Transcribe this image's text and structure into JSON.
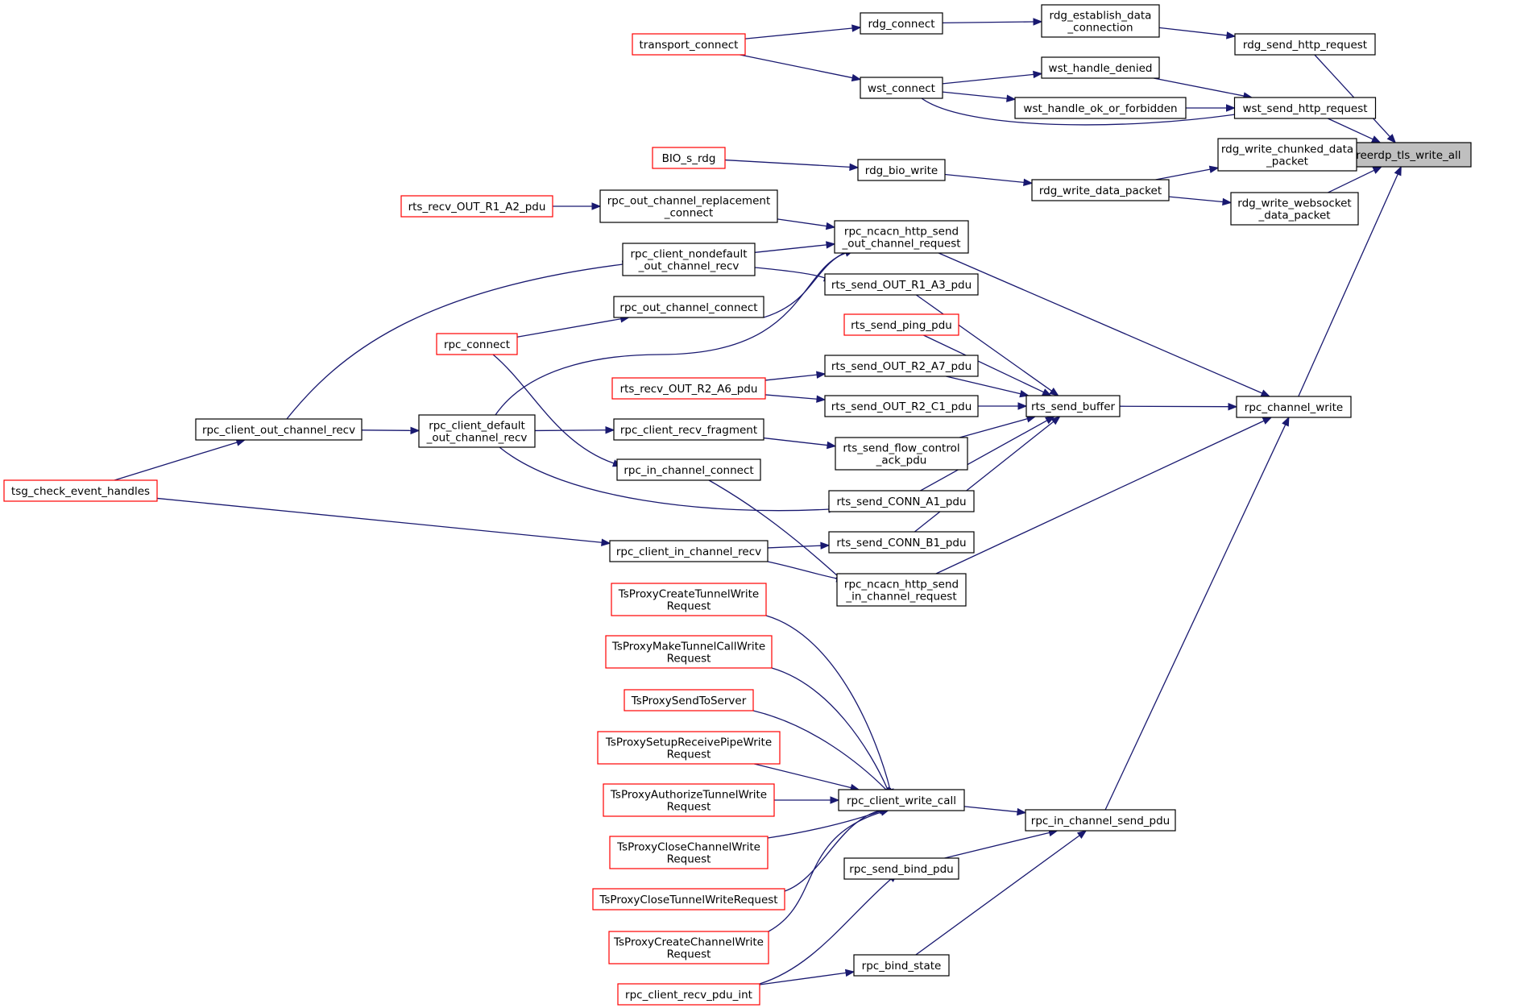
{
  "diagram": {
    "root": "freerdp_tls_write_all",
    "nodes": [
      {
        "id": "freerdp_tls_write_all",
        "lines": [
          "freerdp_tls_write_all"
        ],
        "kind": "root"
      },
      {
        "id": "rdg_send_http_request",
        "lines": [
          "rdg_send_http_request"
        ],
        "kind": "normal"
      },
      {
        "id": "wst_send_http_request",
        "lines": [
          "wst_send_http_request"
        ],
        "kind": "normal"
      },
      {
        "id": "rdg_write_chunked_data_packet",
        "lines": [
          "rdg_write_chunked_data",
          "_packet"
        ],
        "kind": "normal"
      },
      {
        "id": "rdg_write_websocket_data_packet",
        "lines": [
          "rdg_write_websocket",
          "_data_packet"
        ],
        "kind": "normal"
      },
      {
        "id": "rpc_channel_write",
        "lines": [
          "rpc_channel_write"
        ],
        "kind": "normal"
      },
      {
        "id": "rdg_establish_data_connection",
        "lines": [
          "rdg_establish_data",
          "_connection"
        ],
        "kind": "normal"
      },
      {
        "id": "wst_handle_denied",
        "lines": [
          "wst_handle_denied"
        ],
        "kind": "normal"
      },
      {
        "id": "wst_handle_ok_or_forbidden",
        "lines": [
          "wst_handle_ok_or_forbidden"
        ],
        "kind": "normal"
      },
      {
        "id": "rdg_write_data_packet",
        "lines": [
          "rdg_write_data_packet"
        ],
        "kind": "normal"
      },
      {
        "id": "rts_send_buffer",
        "lines": [
          "rts_send_buffer"
        ],
        "kind": "normal"
      },
      {
        "id": "rpc_ncacn_http_send_out_channel_request",
        "lines": [
          "rpc_ncacn_http_send",
          "_out_channel_request"
        ],
        "kind": "normal"
      },
      {
        "id": "rpc_ncacn_http_send_in_channel_request",
        "lines": [
          "rpc_ncacn_http_send",
          "_in_channel_request"
        ],
        "kind": "normal"
      },
      {
        "id": "rpc_in_channel_send_pdu",
        "lines": [
          "rpc_in_channel_send_pdu"
        ],
        "kind": "normal"
      },
      {
        "id": "rdg_connect",
        "lines": [
          "rdg_connect"
        ],
        "kind": "normal"
      },
      {
        "id": "wst_connect",
        "lines": [
          "wst_connect"
        ],
        "kind": "normal"
      },
      {
        "id": "rdg_bio_write",
        "lines": [
          "rdg_bio_write"
        ],
        "kind": "normal"
      },
      {
        "id": "rts_send_OUT_R1_A3_pdu",
        "lines": [
          "rts_send_OUT_R1_A3_pdu"
        ],
        "kind": "normal"
      },
      {
        "id": "rts_send_ping_pdu",
        "lines": [
          "rts_send_ping_pdu"
        ],
        "kind": "truncated"
      },
      {
        "id": "rts_send_OUT_R2_A7_pdu",
        "lines": [
          "rts_send_OUT_R2_A7_pdu"
        ],
        "kind": "normal"
      },
      {
        "id": "rts_send_OUT_R2_C1_pdu",
        "lines": [
          "rts_send_OUT_R2_C1_pdu"
        ],
        "kind": "normal"
      },
      {
        "id": "rts_send_flow_control_ack_pdu",
        "lines": [
          "rts_send_flow_control",
          "_ack_pdu"
        ],
        "kind": "normal"
      },
      {
        "id": "rts_send_CONN_A1_pdu",
        "lines": [
          "rts_send_CONN_A1_pdu"
        ],
        "kind": "normal"
      },
      {
        "id": "rts_send_CONN_B1_pdu",
        "lines": [
          "rts_send_CONN_B1_pdu"
        ],
        "kind": "normal"
      },
      {
        "id": "rpc_client_write_call",
        "lines": [
          "rpc_client_write_call"
        ],
        "kind": "normal"
      },
      {
        "id": "rpc_send_bind_pdu",
        "lines": [
          "rpc_send_bind_pdu"
        ],
        "kind": "normal"
      },
      {
        "id": "rpc_bind_state",
        "lines": [
          "rpc_bind_state"
        ],
        "kind": "normal"
      },
      {
        "id": "transport_connect",
        "lines": [
          "transport_connect"
        ],
        "kind": "truncated"
      },
      {
        "id": "BIO_s_rdg",
        "lines": [
          "BIO_s_rdg"
        ],
        "kind": "truncated"
      },
      {
        "id": "rpc_out_channel_replacement_connect",
        "lines": [
          "rpc_out_channel_replacement",
          "_connect"
        ],
        "kind": "normal"
      },
      {
        "id": "rpc_client_nondefault_out_channel_recv",
        "lines": [
          "rpc_client_nondefault",
          "_out_channel_recv"
        ],
        "kind": "normal"
      },
      {
        "id": "rpc_out_channel_connect",
        "lines": [
          "rpc_out_channel_connect"
        ],
        "kind": "normal"
      },
      {
        "id": "rpc_client_default_out_channel_recv",
        "lines": [
          "rpc_client_default",
          "_out_channel_recv"
        ],
        "kind": "normal"
      },
      {
        "id": "rts_recv_OUT_R2_A6_pdu",
        "lines": [
          "rts_recv_OUT_R2_A6_pdu"
        ],
        "kind": "truncated"
      },
      {
        "id": "rpc_client_recv_fragment",
        "lines": [
          "rpc_client_recv_fragment"
        ],
        "kind": "normal"
      },
      {
        "id": "rpc_in_channel_connect",
        "lines": [
          "rpc_in_channel_connect"
        ],
        "kind": "normal"
      },
      {
        "id": "rpc_client_in_channel_recv",
        "lines": [
          "rpc_client_in_channel_recv"
        ],
        "kind": "normal"
      },
      {
        "id": "TsProxyCreateTunnelWriteRequest",
        "lines": [
          "TsProxyCreateTunnelWrite",
          "Request"
        ],
        "kind": "truncated"
      },
      {
        "id": "TsProxyMakeTunnelCallWriteRequest",
        "lines": [
          "TsProxyMakeTunnelCallWrite",
          "Request"
        ],
        "kind": "truncated"
      },
      {
        "id": "TsProxySendToServer",
        "lines": [
          "TsProxySendToServer"
        ],
        "kind": "truncated"
      },
      {
        "id": "TsProxySetupReceivePipeWriteRequest",
        "lines": [
          "TsProxySetupReceivePipeWrite",
          "Request"
        ],
        "kind": "truncated"
      },
      {
        "id": "TsProxyAuthorizeTunnelWriteRequest",
        "lines": [
          "TsProxyAuthorizeTunnelWrite",
          "Request"
        ],
        "kind": "truncated"
      },
      {
        "id": "TsProxyCloseChannelWriteRequest",
        "lines": [
          "TsProxyCloseChannelWrite",
          "Request"
        ],
        "kind": "truncated"
      },
      {
        "id": "TsProxyCloseTunnelWriteRequest",
        "lines": [
          "TsProxyCloseTunnelWriteRequest"
        ],
        "kind": "truncated"
      },
      {
        "id": "TsProxyCreateChannelWriteRequest",
        "lines": [
          "TsProxyCreateChannelWrite",
          "Request"
        ],
        "kind": "truncated"
      },
      {
        "id": "rpc_client_recv_pdu_int",
        "lines": [
          "rpc_client_recv_pdu_int"
        ],
        "kind": "truncated"
      },
      {
        "id": "rts_recv_OUT_R1_A2_pdu",
        "lines": [
          "rts_recv_OUT_R1_A2_pdu"
        ],
        "kind": "truncated"
      },
      {
        "id": "rpc_connect",
        "lines": [
          "rpc_connect"
        ],
        "kind": "truncated"
      },
      {
        "id": "rpc_client_out_channel_recv",
        "lines": [
          "rpc_client_out_channel_recv"
        ],
        "kind": "normal"
      },
      {
        "id": "tsg_check_event_handles",
        "lines": [
          "tsg_check_event_handles"
        ],
        "kind": "truncated"
      }
    ],
    "edges": [
      {
        "from": "rdg_send_http_request",
        "to": "freerdp_tls_write_all"
      },
      {
        "from": "wst_send_http_request",
        "to": "freerdp_tls_write_all"
      },
      {
        "from": "rdg_write_chunked_data_packet",
        "to": "freerdp_tls_write_all"
      },
      {
        "from": "rdg_write_websocket_data_packet",
        "to": "freerdp_tls_write_all"
      },
      {
        "from": "rpc_channel_write",
        "to": "freerdp_tls_write_all"
      },
      {
        "from": "rdg_establish_data_connection",
        "to": "rdg_send_http_request"
      },
      {
        "from": "wst_handle_denied",
        "to": "wst_send_http_request"
      },
      {
        "from": "wst_handle_ok_or_forbidden",
        "to": "wst_send_http_request"
      },
      {
        "from": "wst_connect",
        "to": "wst_send_http_request"
      },
      {
        "from": "rdg_write_data_packet",
        "to": "rdg_write_chunked_data_packet"
      },
      {
        "from": "rdg_write_data_packet",
        "to": "rdg_write_websocket_data_packet"
      },
      {
        "from": "rts_send_buffer",
        "to": "rpc_channel_write"
      },
      {
        "from": "rpc_ncacn_http_send_out_channel_request",
        "to": "rpc_channel_write"
      },
      {
        "from": "rpc_ncacn_http_send_in_channel_request",
        "to": "rpc_channel_write"
      },
      {
        "from": "rpc_in_channel_send_pdu",
        "to": "rpc_channel_write"
      },
      {
        "from": "rdg_connect",
        "to": "rdg_establish_data_connection"
      },
      {
        "from": "wst_connect",
        "to": "wst_handle_denied"
      },
      {
        "from": "wst_connect",
        "to": "wst_handle_ok_or_forbidden"
      },
      {
        "from": "rdg_bio_write",
        "to": "rdg_write_data_packet"
      },
      {
        "from": "rts_send_OUT_R1_A3_pdu",
        "to": "rts_send_buffer"
      },
      {
        "from": "rts_send_ping_pdu",
        "to": "rts_send_buffer"
      },
      {
        "from": "rts_send_OUT_R2_A7_pdu",
        "to": "rts_send_buffer"
      },
      {
        "from": "rts_send_OUT_R2_C1_pdu",
        "to": "rts_send_buffer"
      },
      {
        "from": "rts_send_flow_control_ack_pdu",
        "to": "rts_send_buffer"
      },
      {
        "from": "rts_send_CONN_A1_pdu",
        "to": "rts_send_buffer"
      },
      {
        "from": "rts_send_CONN_B1_pdu",
        "to": "rts_send_buffer"
      },
      {
        "from": "rpc_client_write_call",
        "to": "rpc_in_channel_send_pdu"
      },
      {
        "from": "rpc_send_bind_pdu",
        "to": "rpc_in_channel_send_pdu"
      },
      {
        "from": "rpc_bind_state",
        "to": "rpc_in_channel_send_pdu"
      },
      {
        "from": "transport_connect",
        "to": "rdg_connect"
      },
      {
        "from": "transport_connect",
        "to": "wst_connect"
      },
      {
        "from": "BIO_s_rdg",
        "to": "rdg_bio_write"
      },
      {
        "from": "rpc_out_channel_replacement_connect",
        "to": "rpc_ncacn_http_send_out_channel_request"
      },
      {
        "from": "rpc_client_nondefault_out_channel_recv",
        "to": "rpc_ncacn_http_send_out_channel_request"
      },
      {
        "from": "rpc_out_channel_connect",
        "to": "rpc_ncacn_http_send_out_channel_request"
      },
      {
        "from": "rpc_client_default_out_channel_recv",
        "to": "rpc_ncacn_http_send_out_channel_request"
      },
      {
        "from": "rpc_client_nondefault_out_channel_recv",
        "to": "rts_send_OUT_R1_A3_pdu"
      },
      {
        "from": "rts_recv_OUT_R2_A6_pdu",
        "to": "rts_send_OUT_R2_A7_pdu"
      },
      {
        "from": "rts_recv_OUT_R2_A6_pdu",
        "to": "rts_send_OUT_R2_C1_pdu"
      },
      {
        "from": "rpc_client_recv_fragment",
        "to": "rts_send_flow_control_ack_pdu"
      },
      {
        "from": "rpc_client_default_out_channel_recv",
        "to": "rts_send_CONN_A1_pdu"
      },
      {
        "from": "rpc_client_in_channel_recv",
        "to": "rts_send_CONN_B1_pdu"
      },
      {
        "from": "rpc_client_in_channel_recv",
        "to": "rpc_ncacn_http_send_in_channel_request"
      },
      {
        "from": "rpc_in_channel_connect",
        "to": "rpc_ncacn_http_send_in_channel_request"
      },
      {
        "from": "TsProxyCreateTunnelWriteRequest",
        "to": "rpc_client_write_call"
      },
      {
        "from": "TsProxyMakeTunnelCallWriteRequest",
        "to": "rpc_client_write_call"
      },
      {
        "from": "TsProxySendToServer",
        "to": "rpc_client_write_call"
      },
      {
        "from": "TsProxySetupReceivePipeWriteRequest",
        "to": "rpc_client_write_call"
      },
      {
        "from": "TsProxyAuthorizeTunnelWriteRequest",
        "to": "rpc_client_write_call"
      },
      {
        "from": "TsProxyCloseChannelWriteRequest",
        "to": "rpc_client_write_call"
      },
      {
        "from": "TsProxyCloseTunnelWriteRequest",
        "to": "rpc_client_write_call"
      },
      {
        "from": "TsProxyCreateChannelWriteRequest",
        "to": "rpc_client_write_call"
      },
      {
        "from": "rpc_client_recv_pdu_int",
        "to": "rpc_send_bind_pdu"
      },
      {
        "from": "rpc_client_recv_pdu_int",
        "to": "rpc_bind_state"
      },
      {
        "from": "rts_recv_OUT_R1_A2_pdu",
        "to": "rpc_out_channel_replacement_connect"
      },
      {
        "from": "rpc_client_out_channel_recv",
        "to": "rpc_client_nondefault_out_channel_recv"
      },
      {
        "from": "rpc_connect",
        "to": "rpc_out_channel_connect"
      },
      {
        "from": "rpc_connect",
        "to": "rpc_in_channel_connect"
      },
      {
        "from": "rpc_client_out_channel_recv",
        "to": "rpc_client_default_out_channel_recv"
      },
      {
        "from": "rpc_client_default_out_channel_recv",
        "to": "rpc_client_recv_fragment"
      },
      {
        "from": "tsg_check_event_handles",
        "to": "rpc_client_out_channel_recv"
      },
      {
        "from": "tsg_check_event_handles",
        "to": "rpc_client_in_channel_recv"
      }
    ]
  }
}
